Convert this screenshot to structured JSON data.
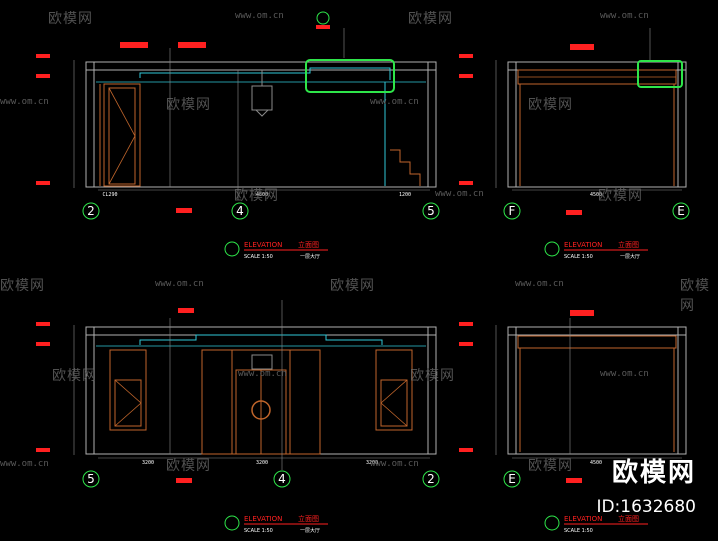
{
  "watermarks": {
    "brand": "欧模网",
    "url": "www.om.cn"
  },
  "grid_markers": {
    "top_left": [
      "2",
      "4",
      "5"
    ],
    "top_right": [
      "F",
      "E"
    ],
    "bottom_left": [
      "5",
      "4",
      "2"
    ],
    "bottom_right": [
      "E"
    ]
  },
  "title_blocks": {
    "elevation_en": "ELEVATION",
    "elevation_cn": "立面图",
    "scale": "SCALE 1:50",
    "floor": "一层大厅"
  },
  "dimensions": {
    "tl_left": "CL290",
    "tl_center": "4800",
    "tl_right": "1200",
    "tr_center": "4500",
    "bl_left": "3200",
    "bl_center": "3200",
    "bl_right": "3200",
    "br_center": "4500"
  },
  "brand_stamp": {
    "name": "欧模网",
    "id": "ID:1632680"
  },
  "colors": {
    "wall": "#b0b0b0",
    "wood": "#c0652b",
    "cyan": "#30c9d9",
    "red": "#ff2020",
    "green": "#2ee64a",
    "white": "#ffffff",
    "gray": "#8a8a8a"
  }
}
